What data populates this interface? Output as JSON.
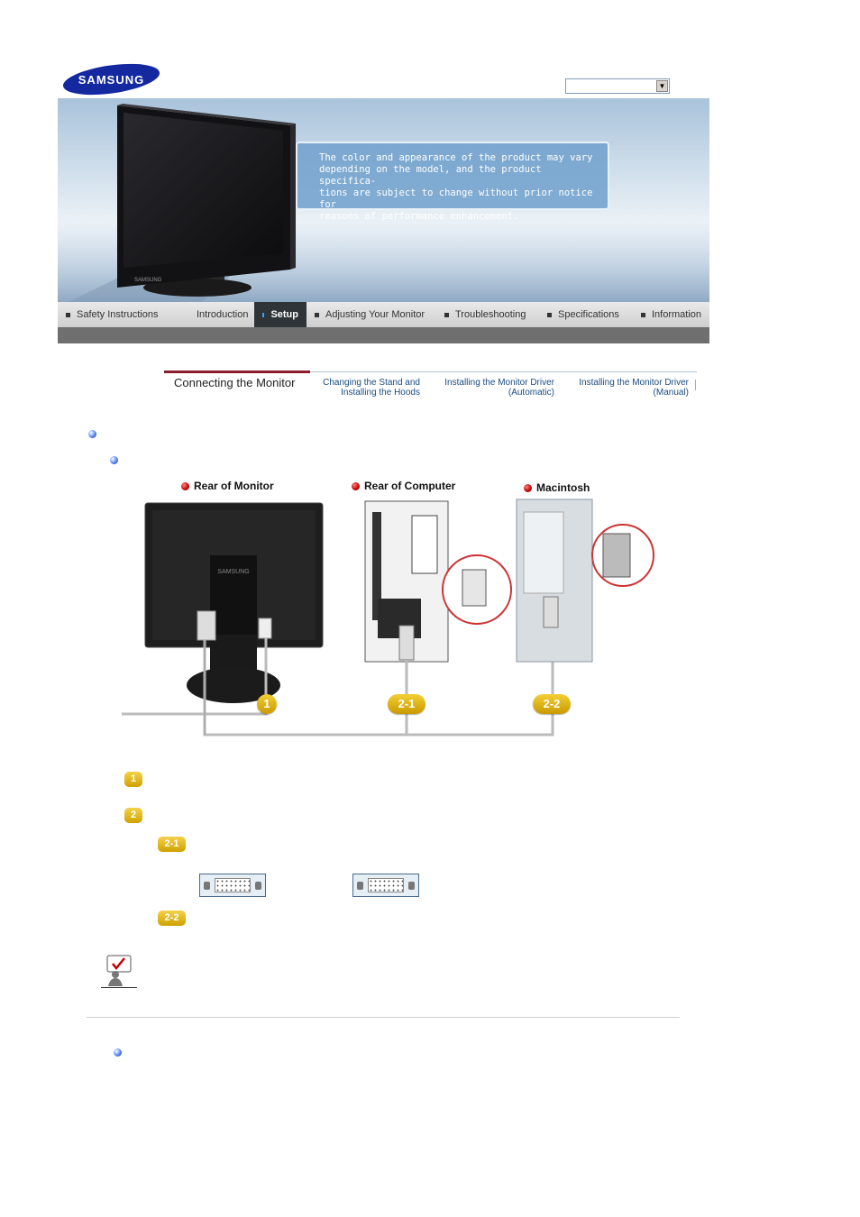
{
  "brand": {
    "logo_text": "SAMSUNG"
  },
  "language_select": {
    "value": ""
  },
  "banner": {
    "notice_lines": [
      "The color and appearance of the product may vary",
      "depending on the model, and the product specifica-",
      "tions are subject to change without prior notice for",
      "reasons of performance enhancement."
    ],
    "monitor_logo": "SAMSUNG"
  },
  "nav": {
    "items": [
      {
        "label": "Safety Instructions",
        "active": false
      },
      {
        "label": "Introduction",
        "active": false
      },
      {
        "label": "Setup",
        "active": true
      },
      {
        "label": "Adjusting Your Monitor",
        "active": false
      },
      {
        "label": "Troubleshooting",
        "active": false
      },
      {
        "label": "Specifications",
        "active": false
      },
      {
        "label": "Information",
        "active": false
      }
    ]
  },
  "subtabs": {
    "active": "Connecting  the  Monitor",
    "tab2_line1": "Changing the Stand and",
    "tab2_line2": "Installing the Hoods",
    "tab3_line1": "Installing the Monitor Driver",
    "tab3_line2": "(Automatic)",
    "tab4_line1": "Installing the Monitor Driver",
    "tab4_line2": "(Manual)"
  },
  "diagram": {
    "label_monitor": "Rear of Monitor",
    "label_computer": "Rear of Computer",
    "label_mac": "Macintosh",
    "monitor_logo": "SAMSUNG",
    "badge_1": "1",
    "badge_2_1": "2-1",
    "badge_2_2": "2-2"
  },
  "steps": {
    "step1": "1",
    "step2": "2",
    "step2_1": "2-1",
    "step2_2": "2-2"
  },
  "colors": {
    "nav_active_bg": "#2f3438",
    "badge_gold": "#d9a800",
    "tab_active_line": "#8a1e2c",
    "link_blue": "#1a4c80"
  }
}
